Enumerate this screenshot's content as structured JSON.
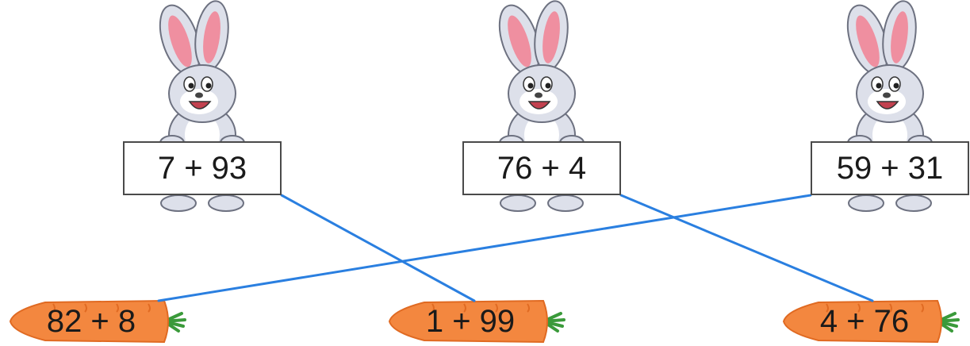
{
  "colors": {
    "line": "#2a7fe0",
    "carrot": "#f3873f",
    "carrot_shade": "#e06a22",
    "leaf": "#3a9a3a",
    "fur": "#dde0ea",
    "fur_shade": "#b9bdcc",
    "ear_inner": "#ef8fa0"
  },
  "bunnies": [
    {
      "expression": "7 + 93"
    },
    {
      "expression": "76 + 4"
    },
    {
      "expression": "59 + 31"
    }
  ],
  "carrots": [
    {
      "expression": "82 + 8"
    },
    {
      "expression": "1 + 99"
    },
    {
      "expression": "4 + 76"
    }
  ],
  "connections": [
    {
      "bunny": 0,
      "carrot": 1
    },
    {
      "bunny": 1,
      "carrot": 2
    },
    {
      "bunny": 2,
      "carrot": 0
    }
  ]
}
